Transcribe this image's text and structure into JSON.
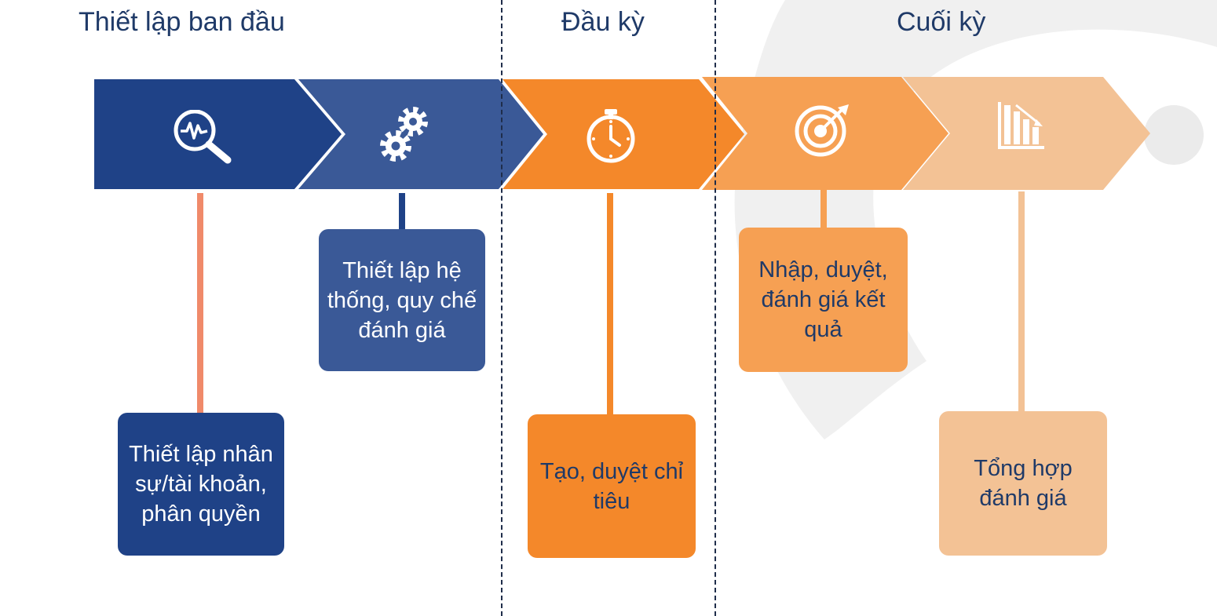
{
  "phases": [
    {
      "title": "Thiết lập ban đầu"
    },
    {
      "title": "Đầu kỳ"
    },
    {
      "title": "Cuối kỳ"
    }
  ],
  "steps": [
    {
      "label": "Thiết lập nhân sự/tài khoản, phân quyền",
      "icon": "analytics-magnifier-icon",
      "color": "#1f4287"
    },
    {
      "label": "Thiết lập hệ thống, quy chế đánh giá",
      "icon": "gears-icon",
      "color": "#3a5997"
    },
    {
      "label": "Tạo, duyệt chỉ tiêu",
      "icon": "stopwatch-icon",
      "color": "#f4882a"
    },
    {
      "label": "Nhập, duyệt, đánh giá kết quả",
      "icon": "target-icon",
      "color": "#f6a053"
    },
    {
      "label": "Tổng hợp đánh giá",
      "icon": "bar-chart-icon",
      "color": "#f3c295"
    }
  ],
  "colors": {
    "navy": "#1f4287",
    "blue": "#3a5997",
    "orange": "#f4882a",
    "light_orange": "#f6a053",
    "peach": "#f3c295",
    "title_text": "#1f3a68",
    "box_text_dark": "#1f3a68",
    "background_art": "#f0f0f0"
  }
}
